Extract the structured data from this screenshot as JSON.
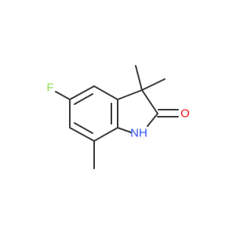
{
  "molecule": {
    "atom_labels": {
      "fluorine": "F",
      "oxygen": "O",
      "nitrogen_hydrogen": "NH"
    },
    "colors": {
      "bond": "#3a3a3a",
      "fluorine": "#90e050",
      "oxygen": "#ff0d0d",
      "nitrogen": "#3050f8"
    }
  }
}
